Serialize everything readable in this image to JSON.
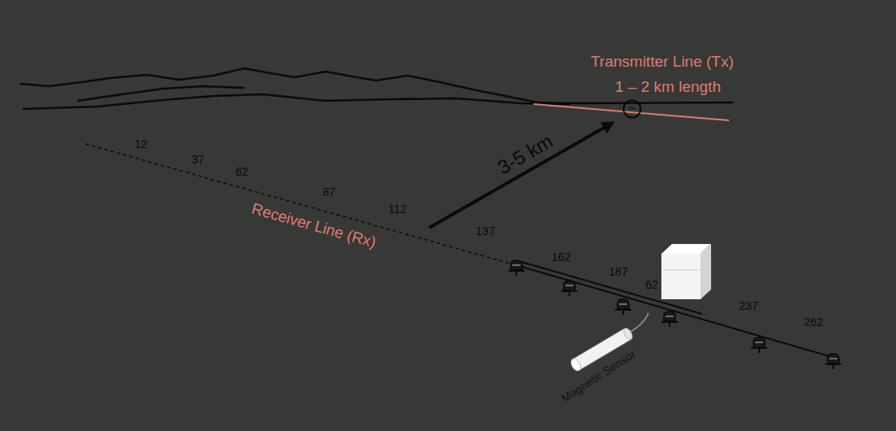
{
  "diagram": {
    "nodes": [
      {
        "text": [
          "~"
        ]
      }
    ],
    "labels": [
      "Transmitter Line (Tx)",
      "1 – 2 km length",
      "3-5 km",
      "Receiver Line (Rx)",
      "12",
      "37",
      "62",
      "87",
      "112",
      "137",
      "162",
      "187",
      "62",
      "237",
      "262",
      "Magnetic Sensor"
    ]
  }
}
